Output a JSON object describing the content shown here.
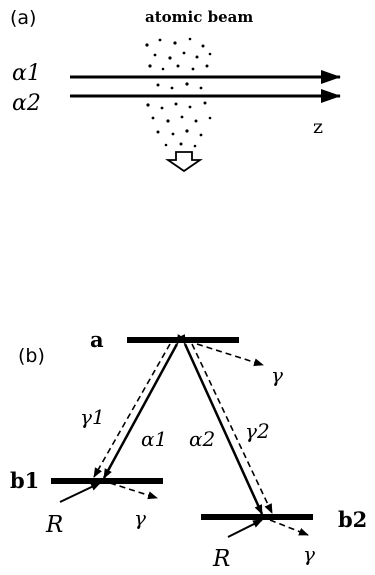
{
  "panel_a": {
    "label": "(a)",
    "beam_title": "atomic beam",
    "laser_1": "α1",
    "laser_2": "α2",
    "axis_label": "z"
  },
  "panel_b": {
    "label": "(b)",
    "level_a": "a",
    "level_b1": "b1",
    "level_b2": "b2",
    "gamma1": "γ1",
    "gamma2": "γ2",
    "alpha1": "α1",
    "alpha2": "α2",
    "gamma": "γ",
    "pump": "R"
  }
}
